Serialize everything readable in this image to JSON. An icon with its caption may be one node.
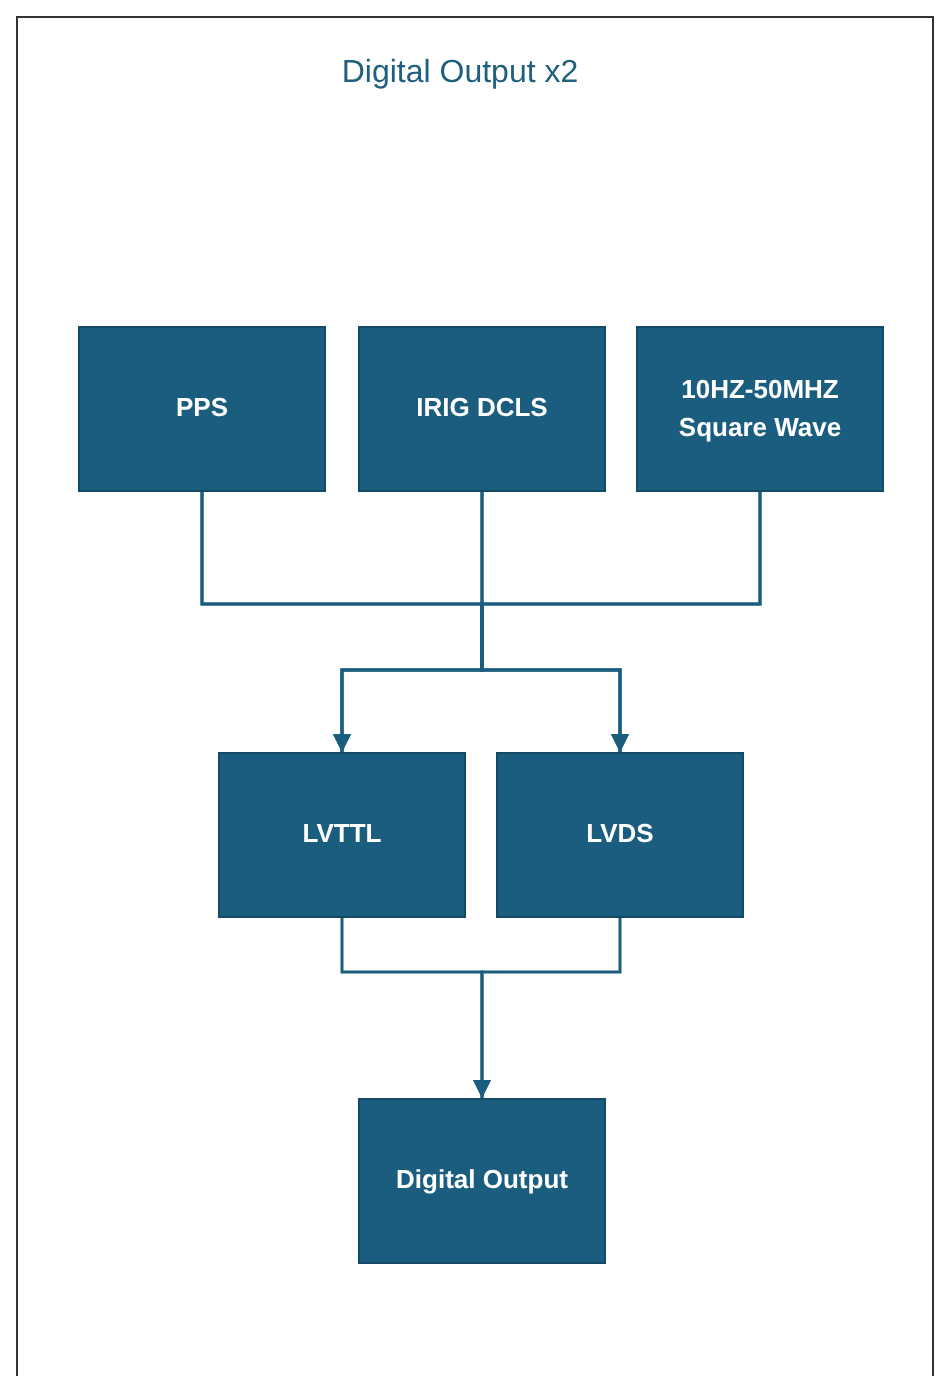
{
  "diagram": {
    "title": "Digital Output x2",
    "nodes": [
      {
        "text": [
          "PPS"
        ]
      },
      {
        "text": [
          "IRIG DCLS"
        ]
      },
      {
        "text": [
          "10HZ-50MHZ Square Wave"
        ]
      },
      {
        "text": [
          "LVTTL"
        ]
      },
      {
        "text": [
          "LVDS"
        ]
      },
      {
        "text": [
          "Digital Output"
        ]
      }
    ],
    "edges": [
      {
        "from": 0,
        "to": 3,
        "arrow": "to"
      },
      {
        "from": 1,
        "to": 3,
        "arrow": "to"
      },
      {
        "from": 2,
        "to": 3,
        "arrow": "to"
      },
      {
        "from": 0,
        "to": 4,
        "arrow": "to"
      },
      {
        "from": 1,
        "to": 4,
        "arrow": "to"
      },
      {
        "from": 2,
        "to": 4,
        "arrow": "to"
      },
      {
        "from": 3,
        "to": 5,
        "arrow": "to"
      },
      {
        "from": 4,
        "to": 5,
        "arrow": "to"
      }
    ]
  }
}
